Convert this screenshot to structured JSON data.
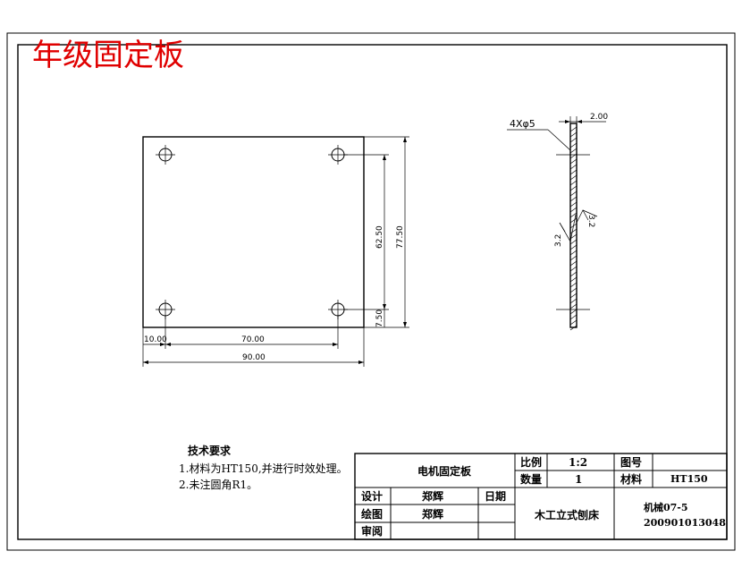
{
  "drawing_title": "年级固定板",
  "front_view": {
    "dims": {
      "w_10": "10.00",
      "w_70": "70.00",
      "w_90": "90.00",
      "h_62": "62.50",
      "h_77": "77.50",
      "h_7": "7.50"
    }
  },
  "side_view": {
    "hole_callout": "4Xφ5",
    "thickness": "2.00",
    "roughness_a": "3.2",
    "roughness_b": "3.2"
  },
  "notes": {
    "heading": "技术要求",
    "line1": "1.材料为HT150,并进行时效处理。",
    "line2": "2.未注圆角R1。"
  },
  "title_block": {
    "part_name": "电机固定板",
    "scale_label": "比例",
    "scale_value": "1:2",
    "drawing_no_label": "图号",
    "drawing_no_value": "",
    "qty_label": "数量",
    "qty_value": "1",
    "material_label": "材料",
    "material_value": "HT150",
    "design_label": "设计",
    "design_name": "郑辉",
    "date_label": "日期",
    "draw_label": "绘图",
    "draw_name": "郑辉",
    "review_label": "审阅",
    "machine_name": "木工立式刨床",
    "class_name": "机械07-5",
    "student_id": "200901013048"
  }
}
